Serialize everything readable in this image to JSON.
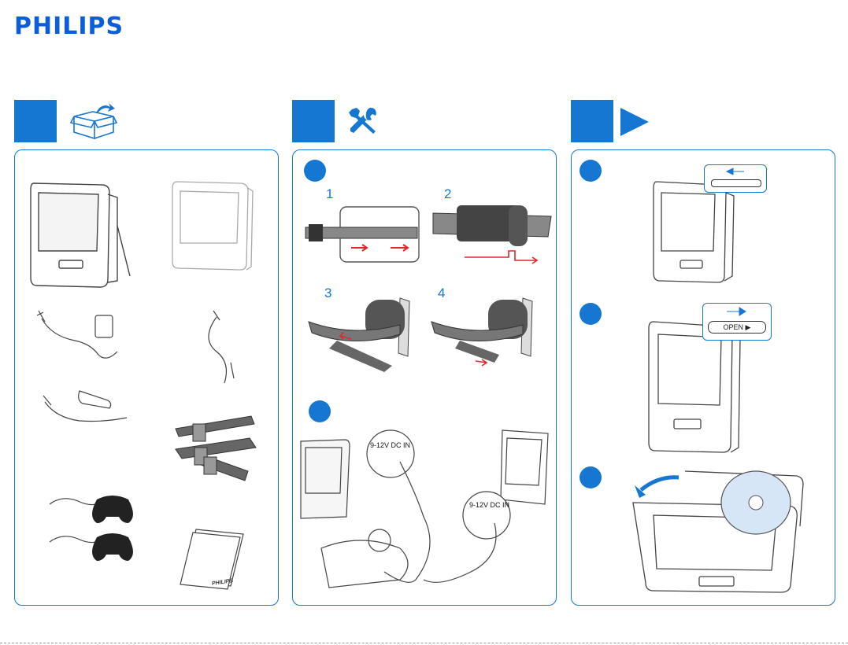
{
  "brand": "PHILIPS",
  "manual_brand": "PHILIPS",
  "dc_in_label": "9-12V DC IN",
  "open_label": "OPEN ▶",
  "strap_steps": [
    "1",
    "2",
    "3",
    "4"
  ],
  "colors": {
    "accent": "#1677d2",
    "logo": "#0b5ed7",
    "arrow_red": "#e0282a"
  },
  "icons": {
    "section1": "open-box-icon",
    "section2": "tools-icon",
    "section3": "play-icon"
  }
}
